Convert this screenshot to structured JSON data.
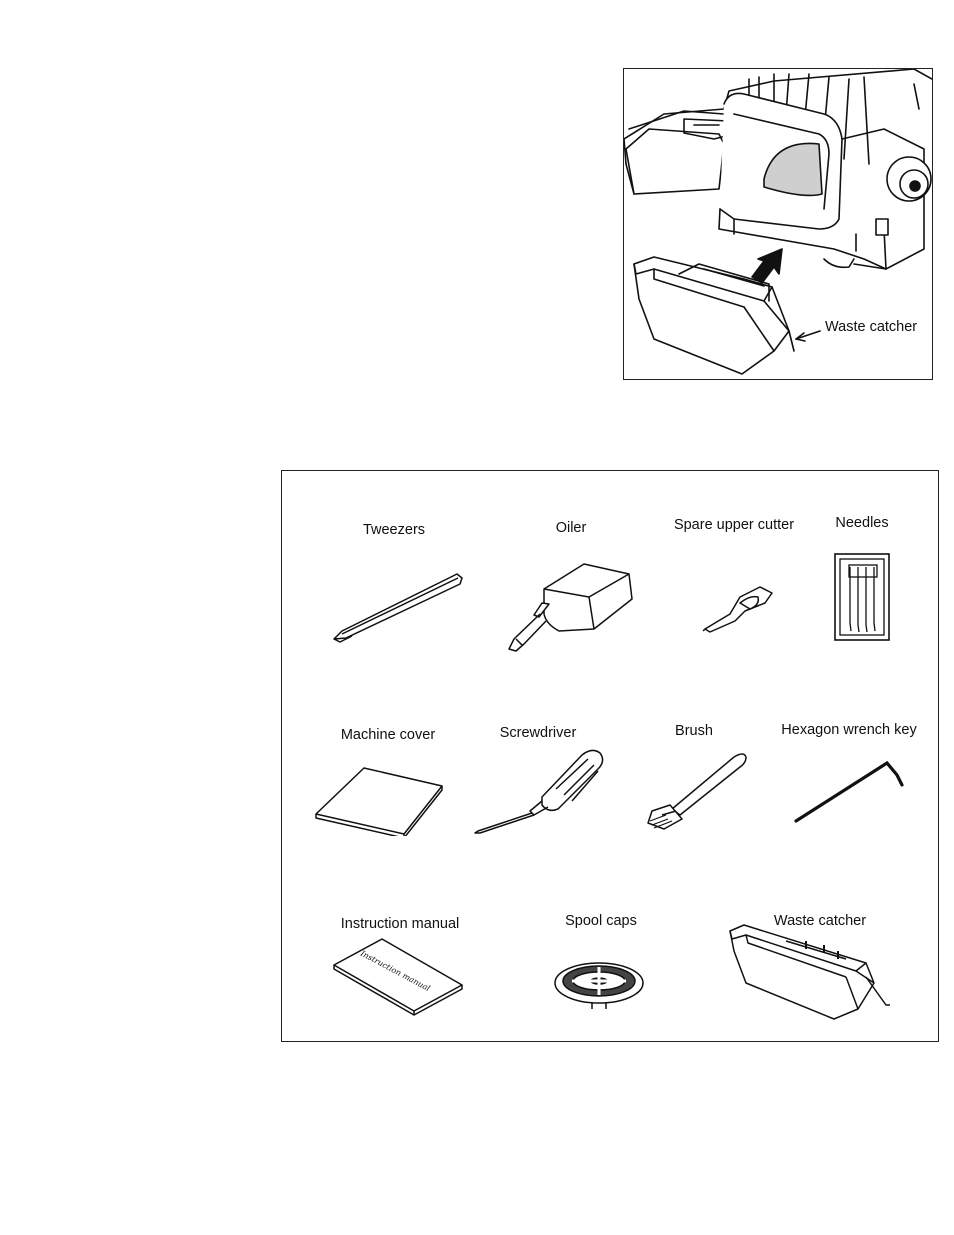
{
  "figure": {
    "callout": "Waste catcher"
  },
  "accessories": {
    "tweezers": "Tweezers",
    "oiler": "Oiler",
    "spare_upper_cutter": "Spare upper cutter",
    "needles": "Needles",
    "machine_cover": "Machine cover",
    "screwdriver": "Screwdriver",
    "brush": "Brush",
    "hexagon_wrench_key": "Hexagon wrench key",
    "instruction_manual": "Instruction manual",
    "spool_caps": "Spool caps",
    "waste_catcher": "Waste catcher"
  },
  "manual_cover_scribble": "Instruction manual"
}
